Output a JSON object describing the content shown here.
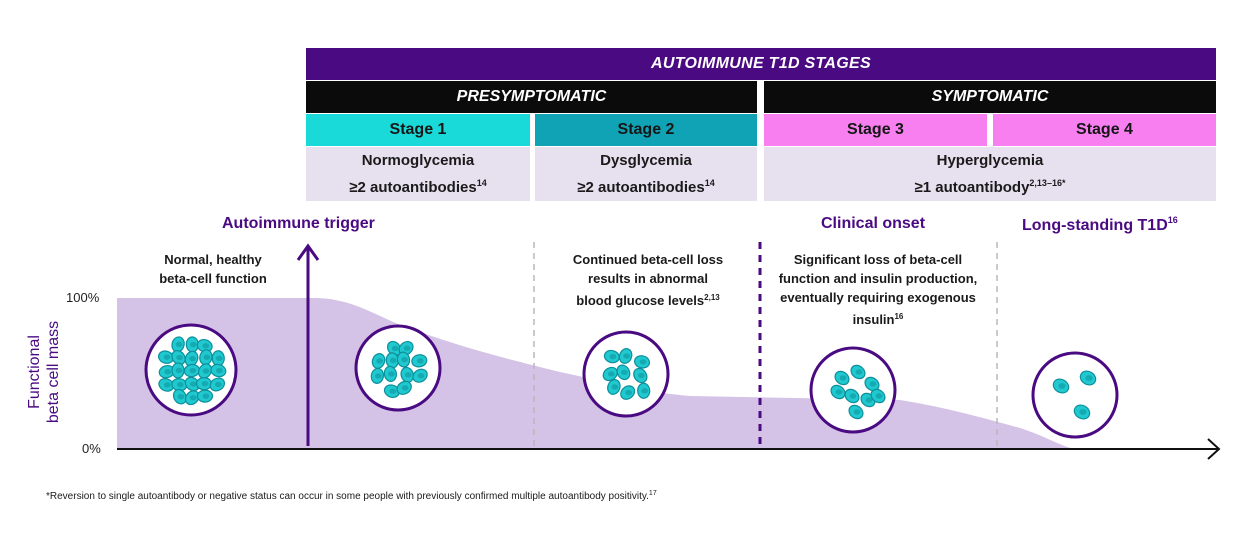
{
  "header": {
    "title": "AUTOIMMUNE T1D STAGES"
  },
  "phases": {
    "presymptomatic": "PRESYMPTOMATIC",
    "symptomatic": "SYMPTOMATIC"
  },
  "stages": {
    "s1": {
      "label": "Stage 1",
      "color": "#19d9d9"
    },
    "s2": {
      "label": "Stage 2",
      "color": "#0fa3b5"
    },
    "s3": {
      "label": "Stage 3",
      "color": "#f77ff0"
    },
    "s4": {
      "label": "Stage 4",
      "color": "#f77ff0"
    }
  },
  "descriptions": {
    "stage1": {
      "line1": "Normoglycemia",
      "line2": "≥2 autoantibodies",
      "sup": "14"
    },
    "stage2": {
      "line1": "Dysglycemia",
      "line2": "≥2 autoantibodies",
      "sup": "14"
    },
    "stage34": {
      "line1": "Hyperglycemia",
      "line2": "≥1 autoantibody",
      "sup": "2,13–16*"
    }
  },
  "events": {
    "trigger": "Autoimmune trigger",
    "onset": "Clinical onset",
    "longstanding": "Long-standing T1D",
    "longstanding_sup": "16"
  },
  "notes": {
    "normal_l1": "Normal, healthy",
    "normal_l2": "beta-cell function",
    "continued_l1": "Continued beta-cell loss",
    "continued_l2": "results in abnormal",
    "continued_l3": "blood glucose levels",
    "continued_sup": "2,13",
    "significant_l1": "Significant loss of beta-cell",
    "significant_l2": "function and insulin production,",
    "significant_l3": "eventually requiring exogenous",
    "significant_l4": "insulin",
    "significant_sup": "16"
  },
  "axis": {
    "y_max": "100%",
    "y_min": "0%",
    "ylabel_l1": "Functional",
    "ylabel_l2": "beta cell mass"
  },
  "footnote": {
    "text": "*Reversion to single autoantibody or negative status can occur in some people with previously confirmed multiple autoantibody positivity.",
    "sup": "17"
  },
  "colors": {
    "purple": "#4a0a82",
    "area": "#d4c3e6",
    "cell_fill": "#20c9cf",
    "cell_dark": "#0c8f9a"
  }
}
